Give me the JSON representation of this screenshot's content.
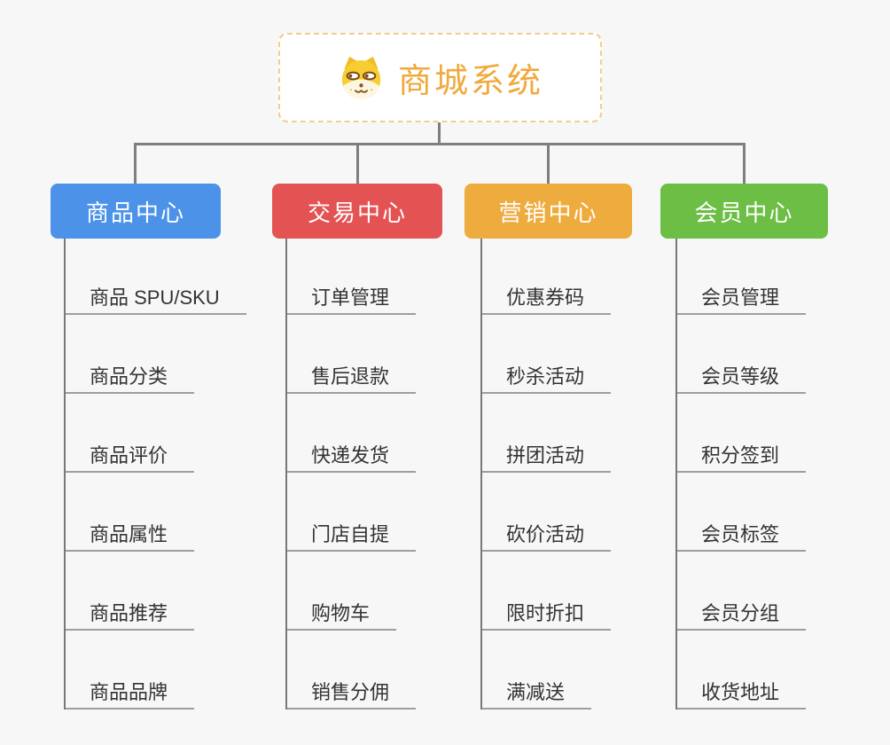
{
  "page": {
    "background_color": "#f7f7f7"
  },
  "root": {
    "title": "商城系统",
    "icon": "dog-face-icon",
    "text_color": "#f0a93c",
    "border_color": "#f2cd8e"
  },
  "connector": {
    "color": "#7f7f7f",
    "child_line_color": "#787878",
    "underline_color": "#9e9e9e"
  },
  "branches": [
    {
      "label": "商品中心",
      "color": "#4b92e8",
      "children": [
        "商品 SPU/SKU",
        "商品分类",
        "商品评价",
        "商品属性",
        "商品推荐",
        "商品品牌"
      ]
    },
    {
      "label": "交易中心",
      "color": "#e35353",
      "children": [
        "订单管理",
        "售后退款",
        "快递发货",
        "门店自提",
        "购物车",
        "销售分佣"
      ]
    },
    {
      "label": "营销中心",
      "color": "#eeab3e",
      "children": [
        "优惠券码",
        "秒杀活动",
        "拼团活动",
        "砍价活动",
        "限时折扣",
        "满减送"
      ]
    },
    {
      "label": "会员中心",
      "color": "#6cbe45",
      "children": [
        "会员管理",
        "会员等级",
        "积分签到",
        "会员标签",
        "会员分组",
        "收货地址"
      ]
    }
  ]
}
